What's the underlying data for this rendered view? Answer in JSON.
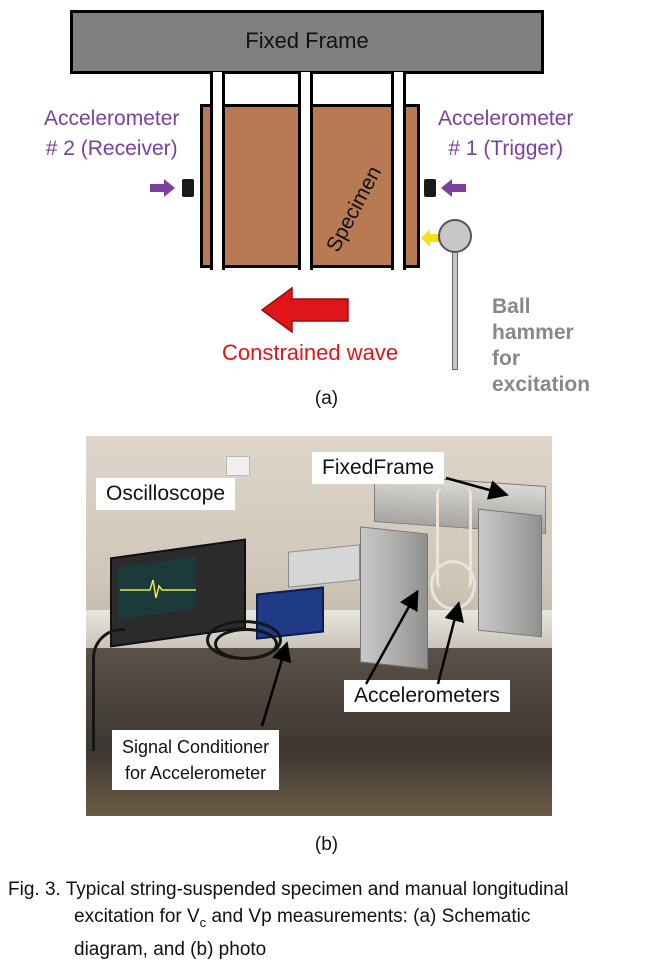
{
  "schematic": {
    "fixed_frame": "Fixed Frame",
    "specimen": "Specimen",
    "accelerometer_2": {
      "line1": "Accelerometer",
      "line2": "# 2 (Receiver)"
    },
    "accelerometer_1": {
      "line1": "Accelerometer",
      "line2": "# 1 (Trigger)"
    },
    "hammer": {
      "line1": "Ball",
      "line2": "hammer",
      "line3": "for",
      "line4": "excitation"
    },
    "wave": "Constrained wave",
    "sublabel": "(a)",
    "colors": {
      "accelerometer_text": "#7b3fa0",
      "wave": "#e0151a",
      "specimen": "#b87a52",
      "frame": "#808080",
      "hammer_text": "#888888",
      "excitation_arrow": "#f5e01a"
    }
  },
  "photo": {
    "oscilloscope": "Oscilloscope",
    "fixed_frame": "FixedFrame",
    "accelerometers": "Accelerometers",
    "conditioner": {
      "line1": "Signal Conditioner",
      "line2": "for Accelerometer"
    },
    "sublabel": "(b)"
  },
  "caption": {
    "line1": "Fig. 3. Typical string-suspended specimen and manual longitudinal",
    "line2_a": "excitation for V",
    "line2_sub": "c",
    "line2_b": " and Vp measurements: (a) Schematic",
    "line3": "diagram, and (b) photo"
  }
}
